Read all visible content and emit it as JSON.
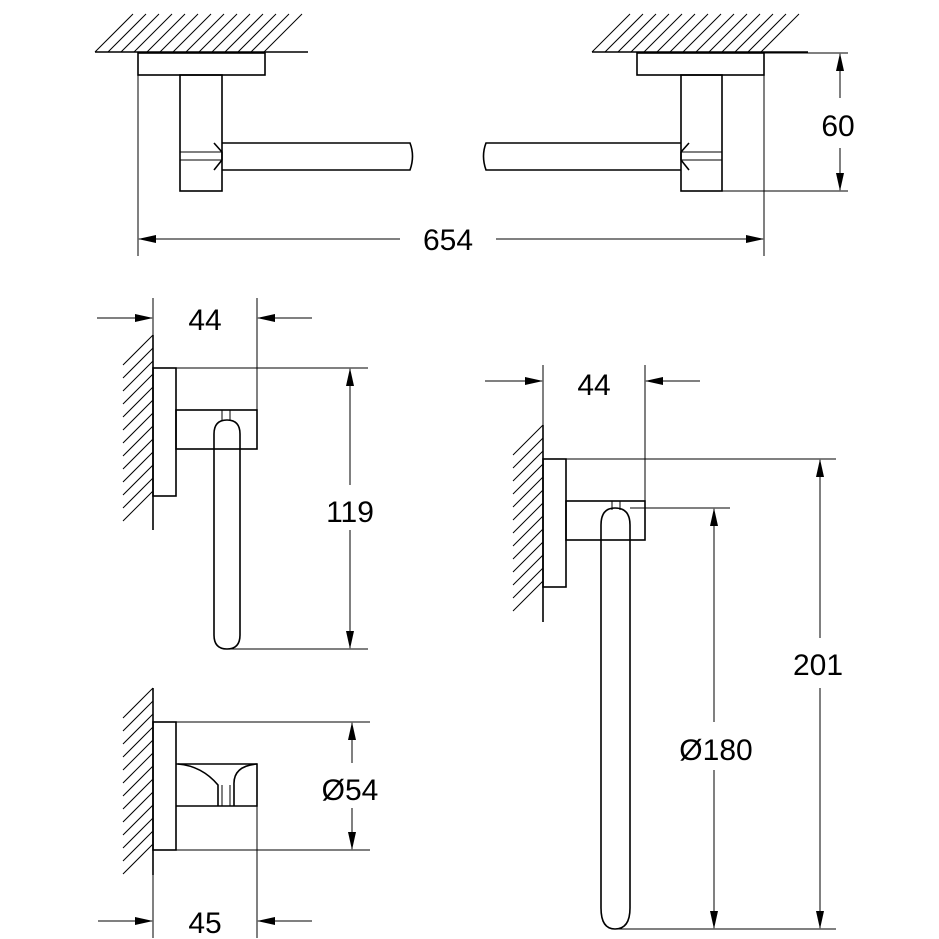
{
  "dimensions": {
    "towel_rail_height": "60",
    "towel_rail_length": "654",
    "small_ring_depth": "44",
    "small_ring_height": "119",
    "large_ring_depth": "44",
    "large_ring_height": "201",
    "large_ring_diameter": "Ø180",
    "hook_diameter": "Ø54",
    "hook_depth": "45"
  }
}
